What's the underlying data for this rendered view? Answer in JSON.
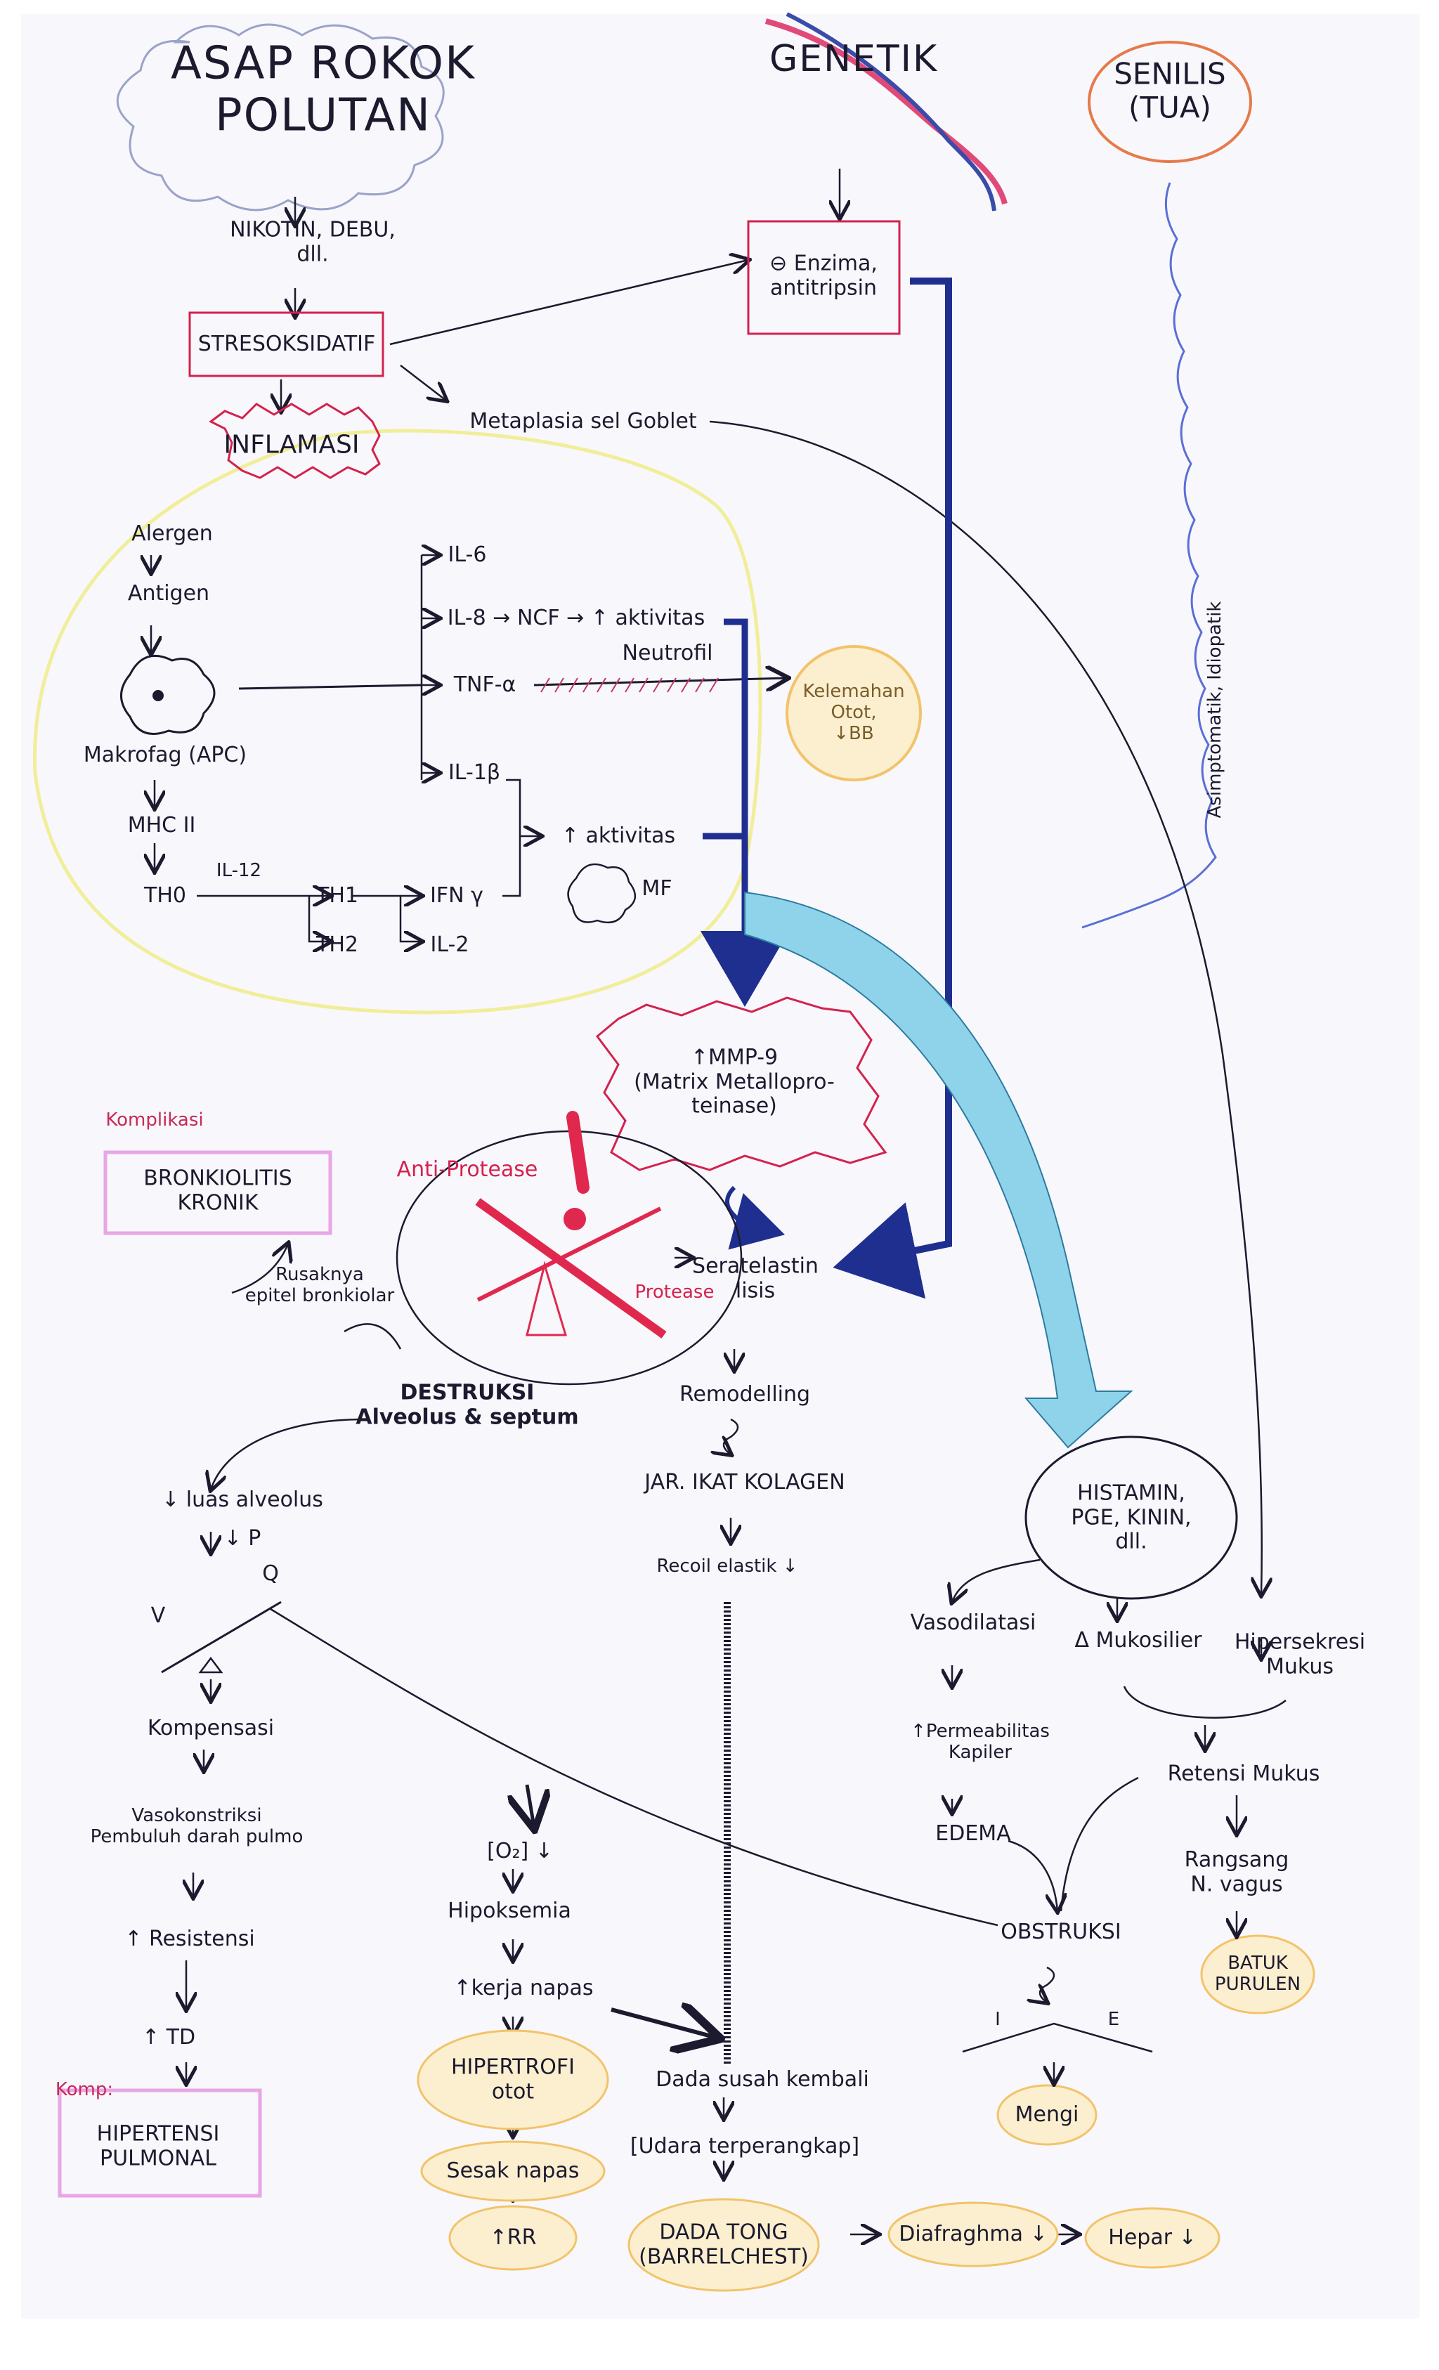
{
  "sources": {
    "smoke": "ASAP ROKOK\nPOLUTAN",
    "genetic": "GENETIK",
    "senile": "SENILIS\n(TUA)"
  },
  "upper": {
    "irritants": "NIKOTIN, DEBU,\ndll.",
    "oxidative_stress": "STRESOKSIDATIF",
    "inflammation": "INFLAMASI",
    "enzyme": "⊖ Enzima,\nantitripsin",
    "goblet": "Metaplasia sel Goblet",
    "asymptomatic": "Asimptomatik, Idiopatik"
  },
  "immune": {
    "allergen": "Alergen",
    "antigen": "Antigen",
    "macrophage": "Makrofag (APC)",
    "mhc": "MHC II",
    "th0": "TH0",
    "il12": "IL-12",
    "th1": "TH1",
    "th2": "TH2",
    "ifn": "IFN γ",
    "il2": "IL-2",
    "il6": "IL-6",
    "il8_line": "IL-8 → NCF → ↑ aktivitas",
    "neutrophil": "Neutrofil",
    "tnf": "TNF-α",
    "il1": "IL-1β",
    "activity": "↑ aktivitas",
    "mf": "MF",
    "weakness": "Kelemahan\nOtot,\n↓BB"
  },
  "middle": {
    "mmp": "↑MMP-9\n(Matrix Metallopro-\nteinase)",
    "complication_label": "Komplikasi",
    "bronchiolitis": "BRONKIOLITIS\nKRONIK",
    "epithelial": "Rusaknya\nepitel bronkiolar",
    "anti_protease": "Anti-Protease",
    "protease": "Protease",
    "elastin": "Seratelastin\nlisis",
    "destruction": "DESTRUKSI\nAlveolus & septum",
    "remodelling": "Remodelling",
    "collagen": "JAR. IKAT KOLAGEN",
    "recoil": "Recoil elastik ↓",
    "histamine": "HISTAMIN,\nPGE, KININ,\ndll."
  },
  "left_branch": {
    "alveolar": "↓ luas alveolus",
    "p": "↓ P",
    "v": "V",
    "q": "Q",
    "compensation": "Kompensasi",
    "vasoconstriction": "Vasokonstriksi\nPembuluh darah pulmo",
    "resistance": "↑ Resistensi",
    "td": "↑ TD",
    "komp": "Komp:",
    "hypertension": "HIPERTENSI\nPULMONAL"
  },
  "center_branch": {
    "o2": "[O₂] ↓",
    "hypoxemia": "Hipoksemia",
    "breathing_work": "↑kerja napas",
    "hypertrophy": "HIPERTROFI\notot",
    "dyspnea": "Sesak napas",
    "rr": "↑RR",
    "chest_hard": "Dada susah kembali",
    "trapped_air": "[Udara terperangkap]",
    "barrel": "DADA TONG\n(BARRELCHEST)",
    "diaphragm": "Diafraghma ↓",
    "liver": "Hepar ↓"
  },
  "right_branch": {
    "vasodilation": "Vasodilatasi",
    "mucociliary": "Δ Mukosilier",
    "hypersecretion": "Hipersekresi\nMukus",
    "permeability": "↑Permeabilitas\nKapiler",
    "edema": "EDEMA",
    "retention": "Retensi Mukus",
    "vagus": "Rangsang\nN. vagus",
    "cough": "BATUK\nPURULEN",
    "obstruction": "OBSTRUKSI",
    "i": "I",
    "e": "E",
    "wheeze": "Mengi"
  },
  "colors": {
    "ink": "#1b1a2e",
    "red": "#d3224e",
    "blue": "#1f2f8f",
    "cyan": "#8fd3ea",
    "yellow_circle": "#f1ee9a",
    "orange": "#f2c36a",
    "pink_box": "#e8a6e6"
  }
}
